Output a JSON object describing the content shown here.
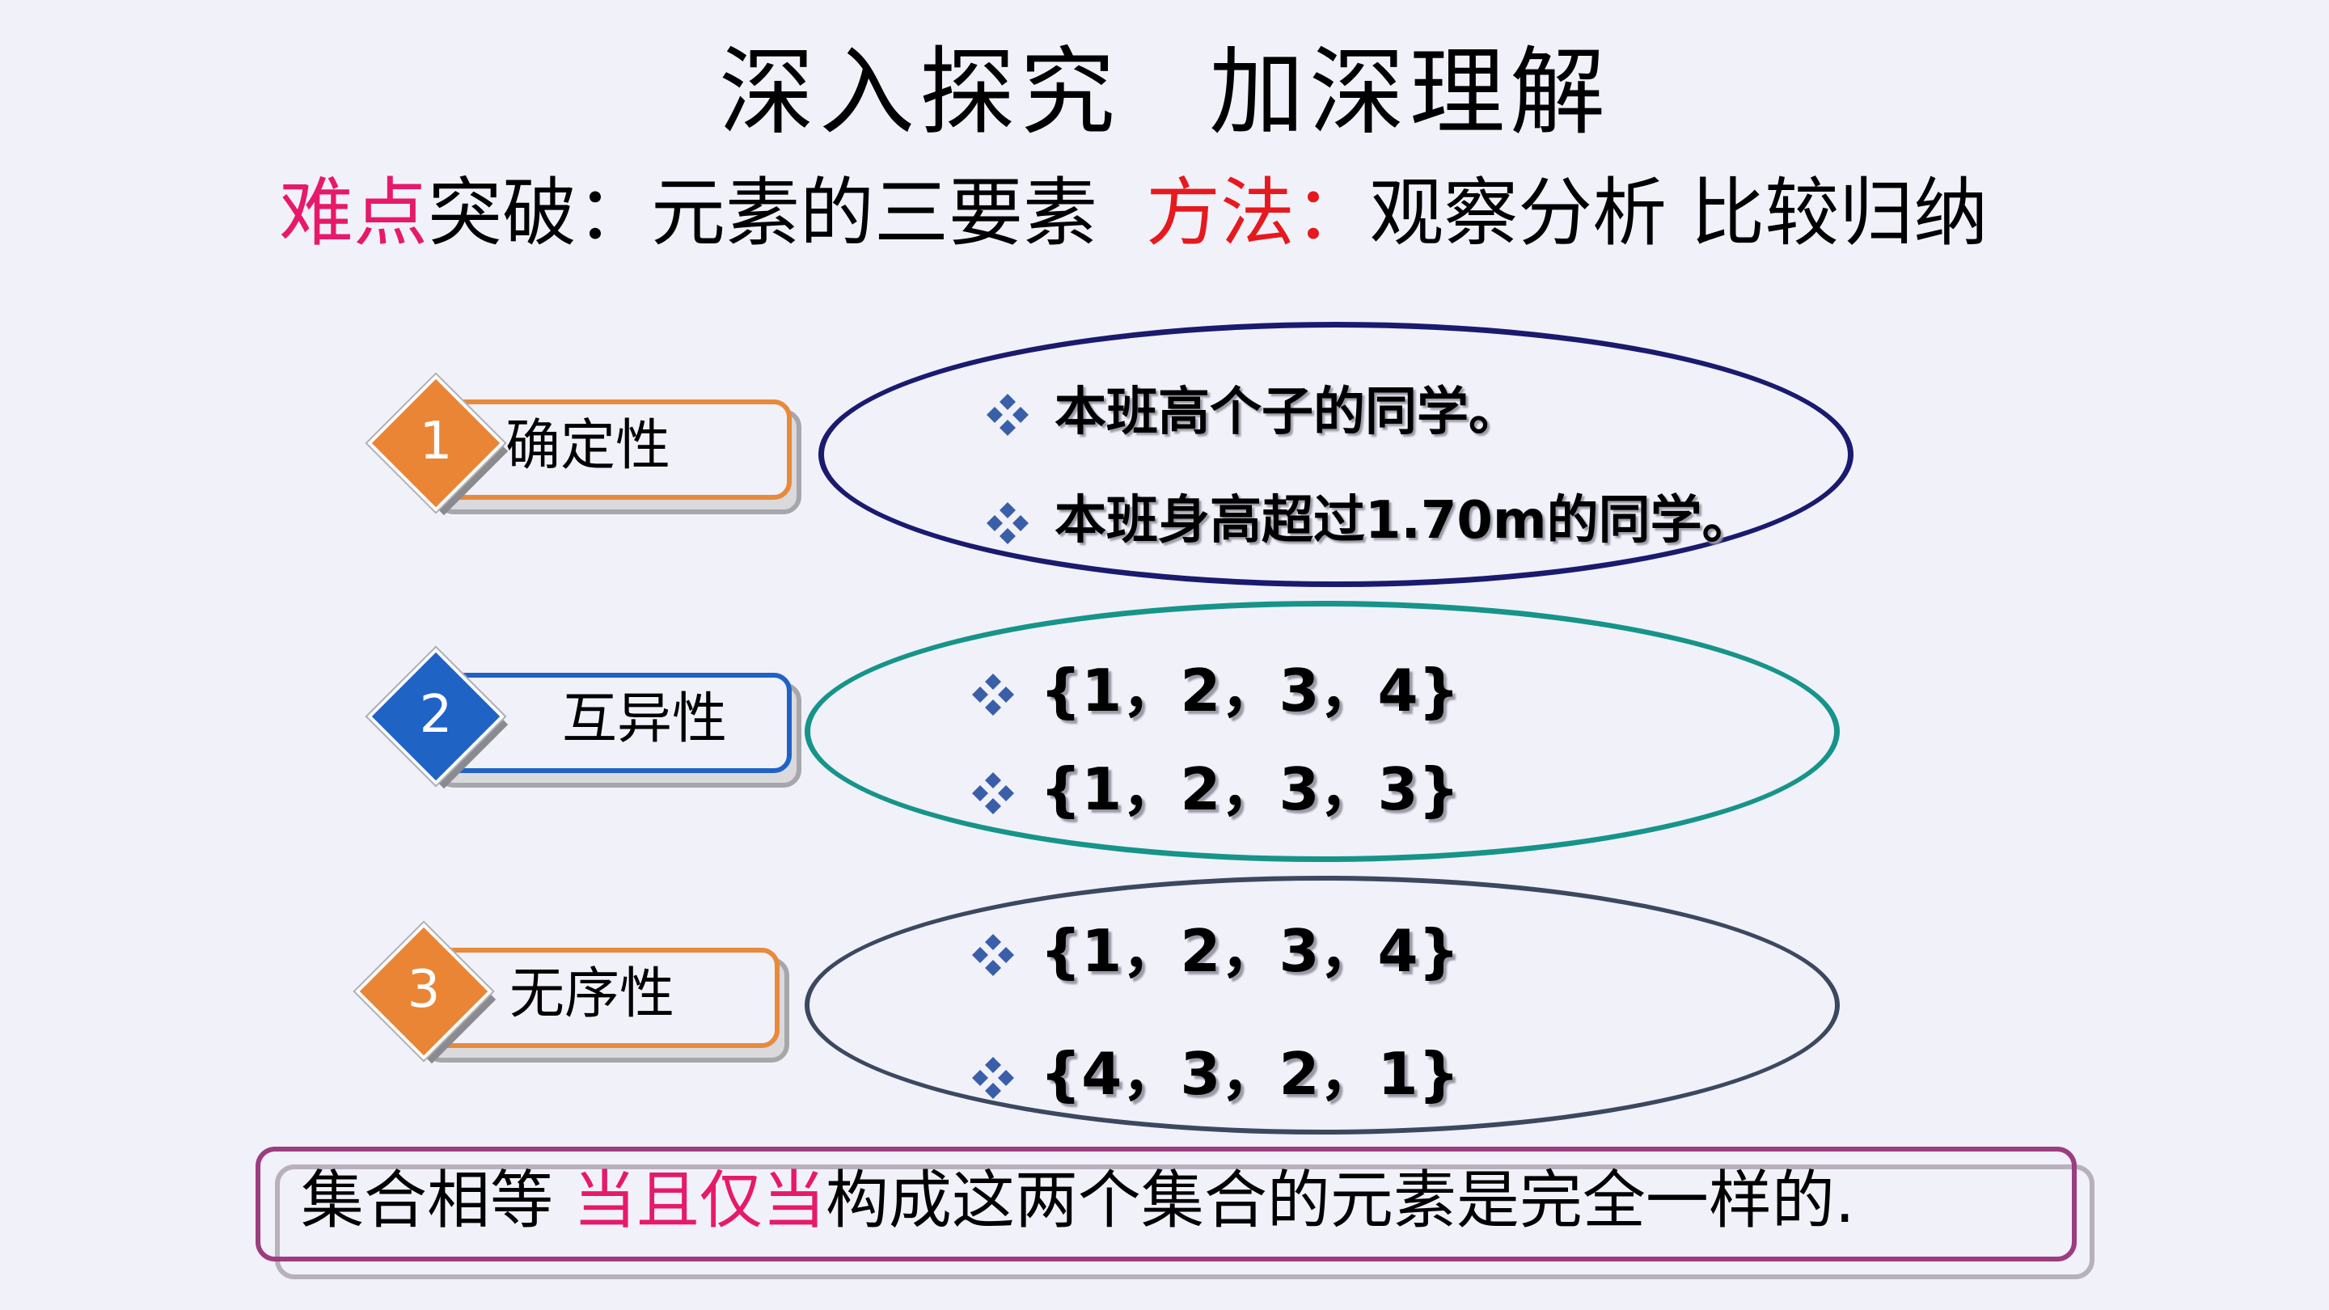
{
  "title": {
    "left": "深入探究",
    "right": "加深理解"
  },
  "subtitle": {
    "part1_highlight": "难点",
    "part1_rest": "突破：元素的三要素",
    "part2_highlight": "方法",
    "part2_colon": "：",
    "part2_rest": "观察分析 比较归纳"
  },
  "properties": [
    {
      "number": "1",
      "label": "确定性",
      "color": "#ea8536",
      "border": "#e88a3c",
      "examples": [
        "本班高个子的同学。",
        "本班身高超过1.70m的同学。"
      ]
    },
    {
      "number": "2",
      "label": "互异性",
      "color": "#1f63c4",
      "border": "#1f63c4",
      "examples": [
        "{1，2，3，4}",
        "{1，2，3，3}"
      ]
    },
    {
      "number": "3",
      "label": "无序性",
      "color": "#ea8536",
      "border": "#e88a3c",
      "examples": [
        "{1，2，3，4}",
        "{4，3，2，1}"
      ]
    }
  ],
  "oval_colors": [
    "#1a1a6e",
    "#16948a",
    "#3b4860"
  ],
  "bullet_icon": "diamond-cluster-icon",
  "conclusion": {
    "prefix": "集合相等 ",
    "highlight": "当且仅当",
    "suffix": "构成这两个集合的元素是完全一样的."
  }
}
